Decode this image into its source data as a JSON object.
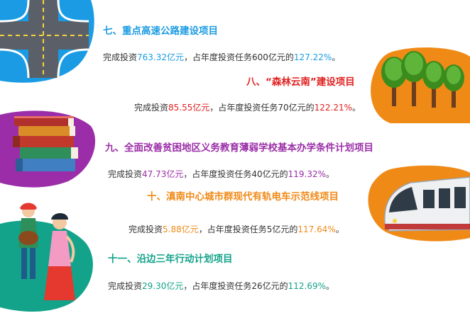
{
  "colors": {
    "blue": "#1a9be3",
    "red": "#e0201f",
    "purple": "#9b2ea8",
    "orange": "#f08a17",
    "green": "#13a38a",
    "body_text": "#333333"
  },
  "sections": [
    {
      "id": "s7",
      "title": "七、重点高速公路建设项目",
      "prefix": "完成投资",
      "amount": "763.32亿元",
      "middle": "，占年度投资任务600亿元的",
      "percent": "127.22%",
      "suffix": "。",
      "icon": "highway-interchange-icon"
    },
    {
      "id": "s8",
      "title": "八、“森林云南”建设项目",
      "prefix": "完成投资",
      "amount": "85.55亿元",
      "middle": "，占年度投资任务70亿元的",
      "percent": "122.21%",
      "suffix": "。",
      "icon": "forest-trees-icon"
    },
    {
      "id": "s9",
      "title": "九、全面改善贫困地区义务教育薄弱学校基本办学条件计划项目",
      "prefix": "完成投资",
      "amount": "47.73亿元",
      "middle": "，占年度投资任务40亿元的",
      "percent": "119.32%",
      "suffix": "。",
      "icon": "book-stack-icon"
    },
    {
      "id": "s10",
      "title": "十、滇南中心城市群现代有轨电车示范线项目",
      "prefix": "完成投资",
      "amount": "5.88亿元",
      "middle": "，占年度投资任务5亿元的",
      "percent": "117.64%",
      "suffix": "。",
      "icon": "tram-icon"
    },
    {
      "id": "s11",
      "title": "十一、沿边三年行动计划项目",
      "prefix": "完成投资",
      "amount": "29.30亿元",
      "middle": "，占年度投资任务26亿元的",
      "percent": "112.69%",
      "suffix": "。",
      "icon": "ethnic-dancers-icon"
    }
  ]
}
